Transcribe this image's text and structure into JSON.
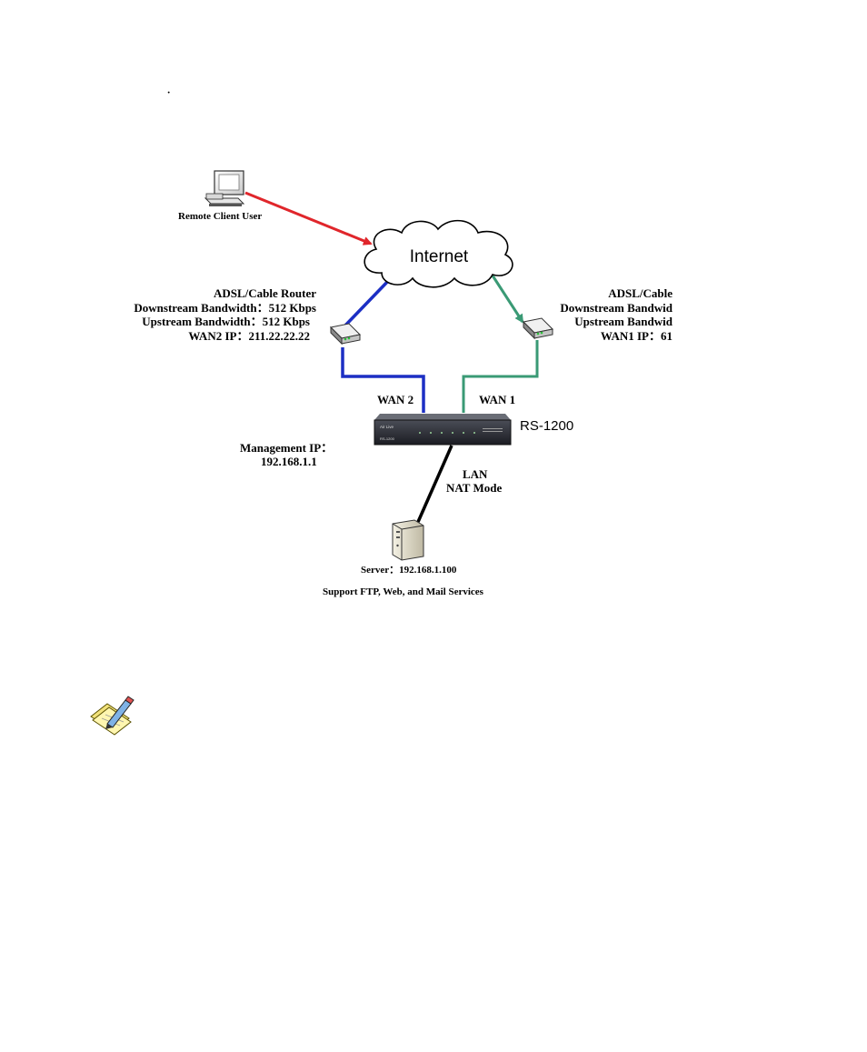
{
  "bullet": "·",
  "remote_client": {
    "label": "Remote Client User"
  },
  "internet": {
    "label": "Internet"
  },
  "wan2_router": {
    "lines": [
      "ADSL/Cable Router",
      "Downstream Bandwidth：512 Kbps",
      "Upstream Bandwidth：512 Kbps",
      "WAN2 IP：211.22.22.22"
    ]
  },
  "wan1_router": {
    "lines": [
      "ADSL/Cable",
      "Downstream Bandwid",
      "Upstream Bandwid",
      "WAN1 IP：61"
    ]
  },
  "ports": {
    "wan2": "WAN 2",
    "wan1": "WAN 1"
  },
  "device": {
    "name": "RS-1200",
    "brand": "Air Live",
    "model": "RS-1200"
  },
  "management": {
    "line1": "Management IP：",
    "line2": "192.168.1.1"
  },
  "lan": {
    "line1": "LAN",
    "line2": "NAT Mode"
  },
  "server": {
    "label": "Server：192.168.1.100",
    "services": "Support FTP, Web, and Mail Services"
  },
  "colors": {
    "client_link": "#e0262b",
    "wan2_link": "#1c2fc4",
    "wan1_link": "#3a9a75",
    "lan_link": "#000000"
  },
  "icons": [
    "computer-icon",
    "cloud-icon",
    "router-icon",
    "server-icon",
    "note-pencil-icon"
  ]
}
